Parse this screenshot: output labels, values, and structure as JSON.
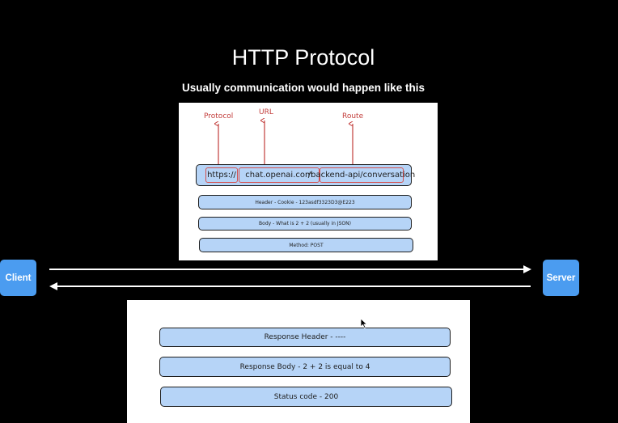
{
  "slide": {
    "title": "HTTP Protocol",
    "subtitle": "Usually communication would happen like this"
  },
  "request": {
    "annotations": {
      "protocol": "Protocol",
      "url": "URL",
      "route": "Route"
    },
    "url_parts": {
      "protocol": "https://",
      "host": "chat.openai.com",
      "route": "/backend-api/conversation"
    },
    "header": "Header - Cookie - 123asdf3323D3@E223",
    "body": "Body - What is 2 + 2 (usually in JSON)",
    "method": "Method: POST"
  },
  "nodes": {
    "client": "Client",
    "server": "Server"
  },
  "response": {
    "header": "Response Header - ----",
    "body": "Response Body - 2 + 2 is equal to 4",
    "status": "Status code - 200"
  },
  "colors": {
    "background": "#000000",
    "node_fill": "#4b9cf0",
    "box_fill": "#b6d4f7",
    "annotation": "#c23c3a"
  }
}
